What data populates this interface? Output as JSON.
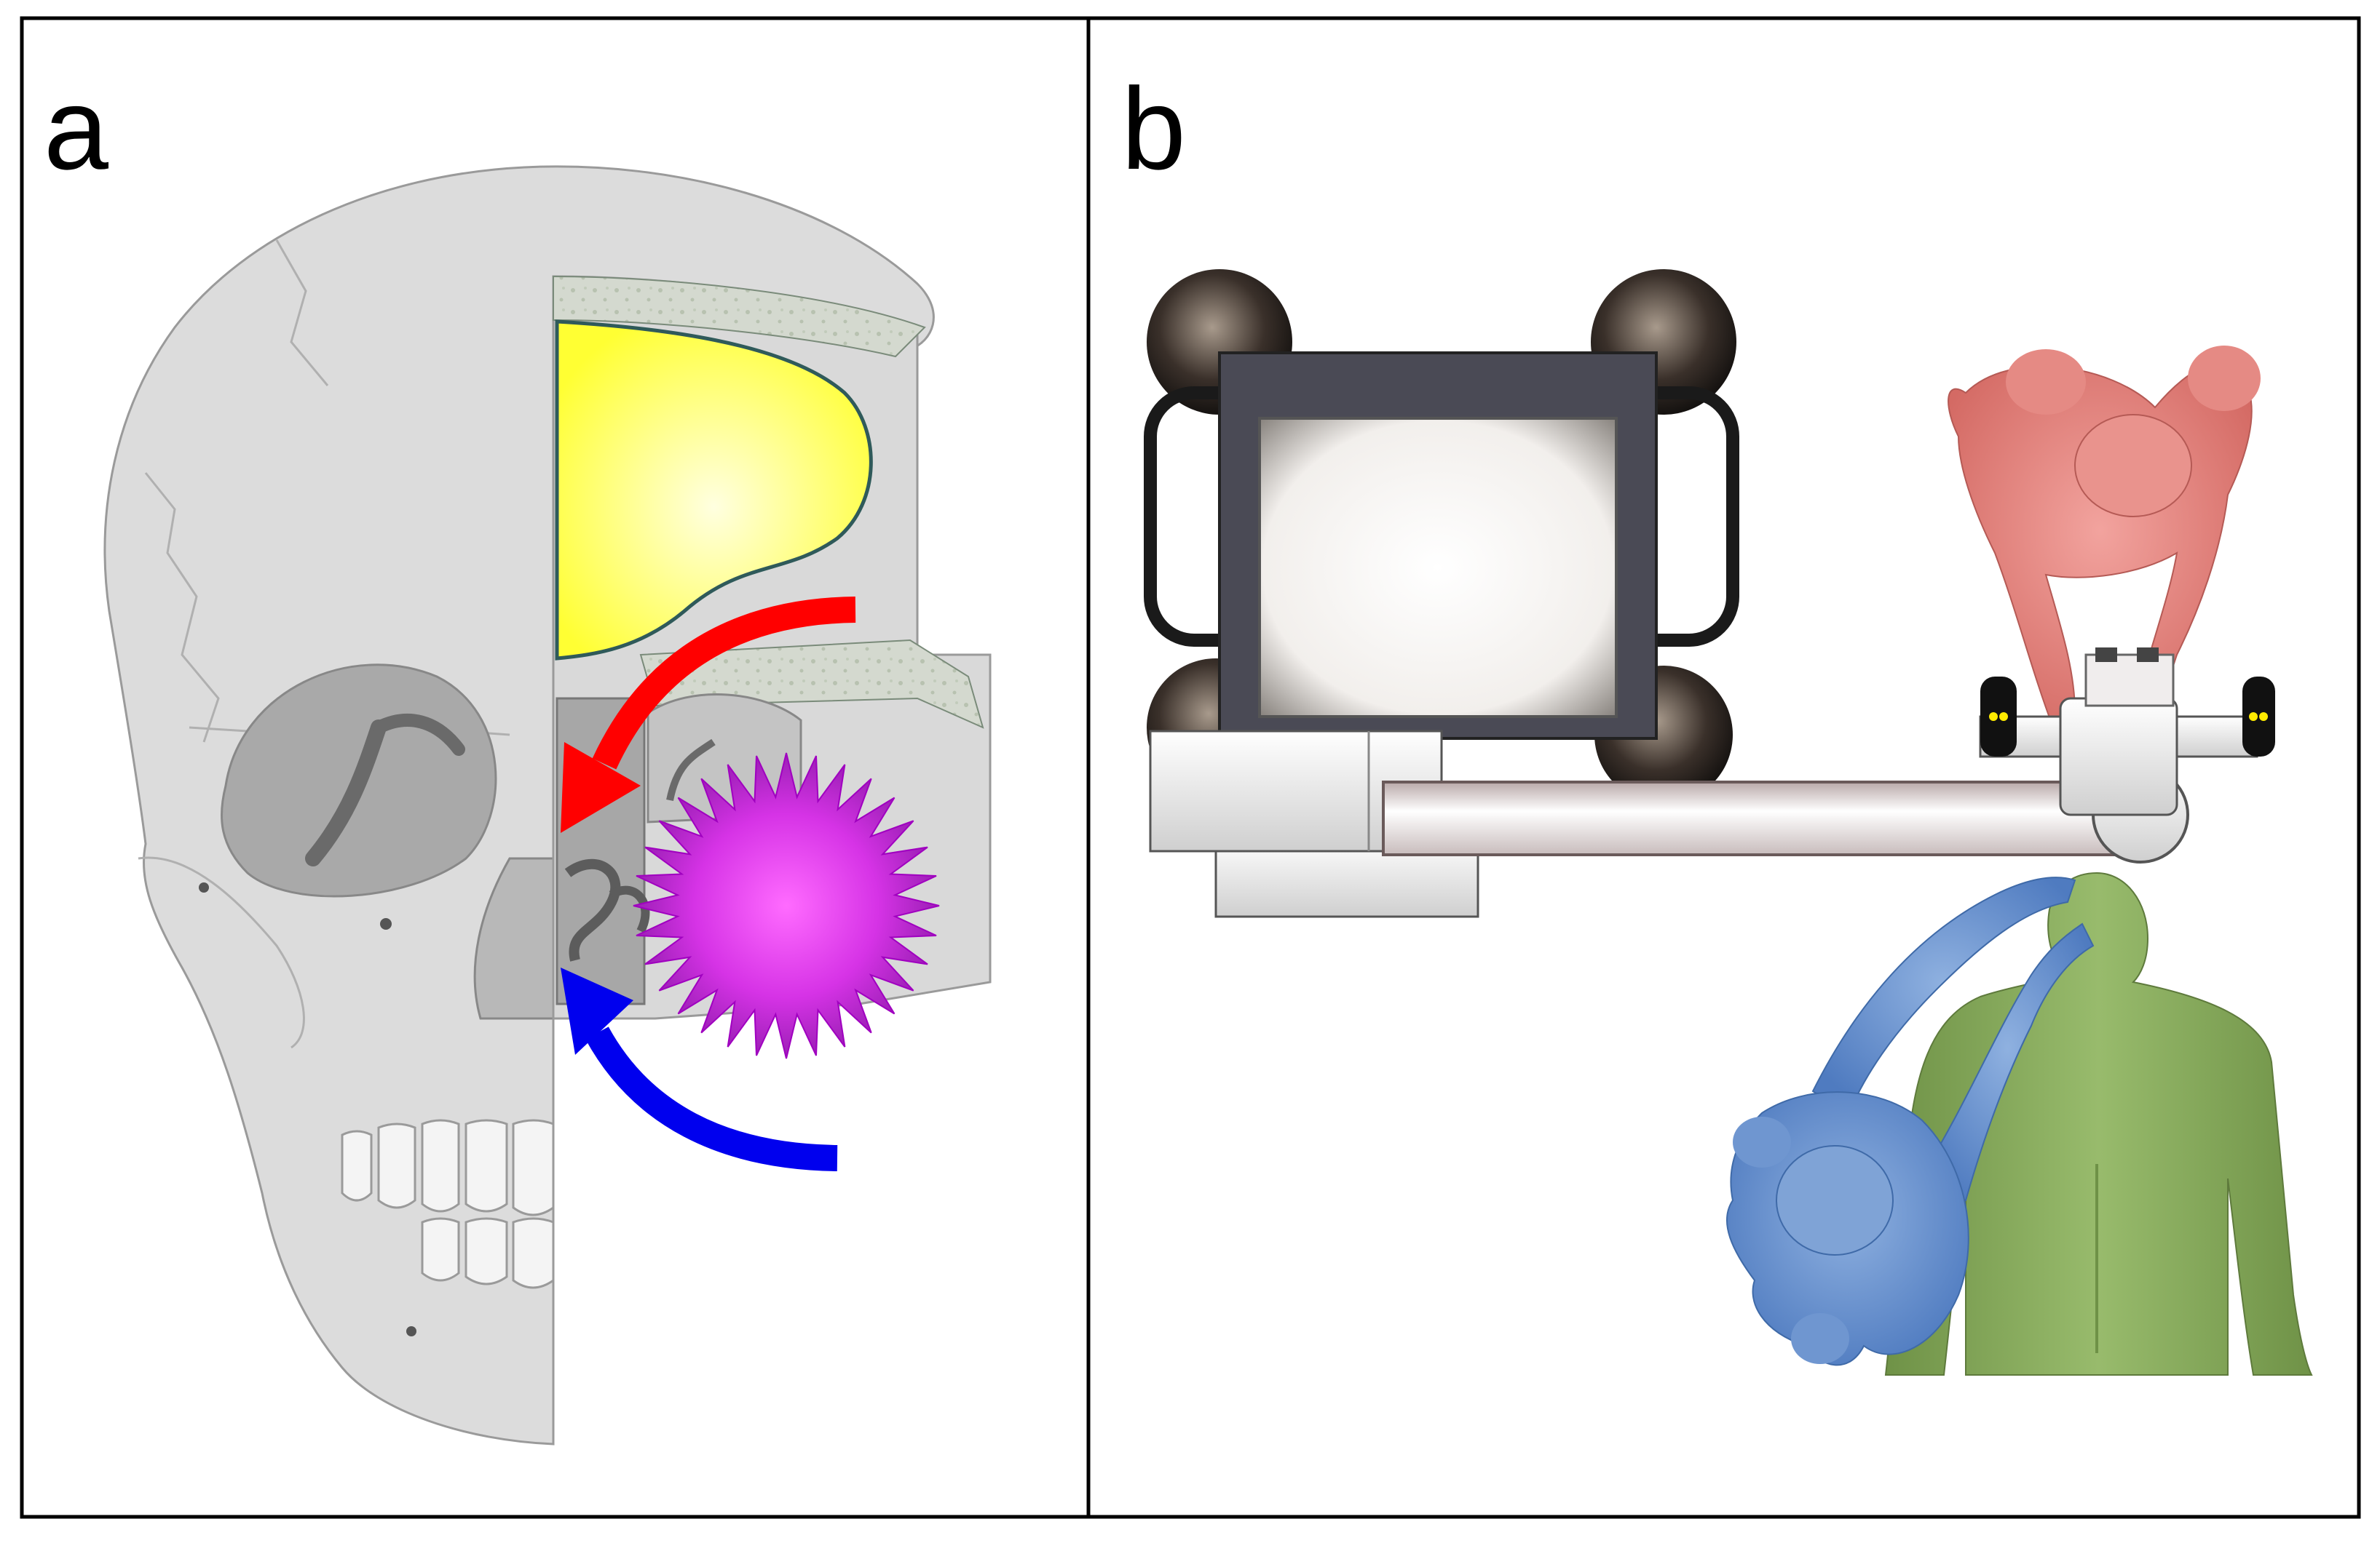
{
  "panels": [
    {
      "id": "a",
      "label": "a"
    },
    {
      "id": "b",
      "label": "b"
    }
  ],
  "colors": {
    "frame": "#000000",
    "bone": "#dcdcdc",
    "bone_dark": "#a9a9a9",
    "brain_yellow": "#ffff66",
    "tumor_magenta": "#e040fb",
    "arrow_red": "#ff0000",
    "arrow_blue": "#0000ee",
    "surgeon_pink": "#e07f7a",
    "assistant_blue": "#6b93cf",
    "patient_green": "#86a95a",
    "microscope_dark": "#3a3a3a"
  }
}
